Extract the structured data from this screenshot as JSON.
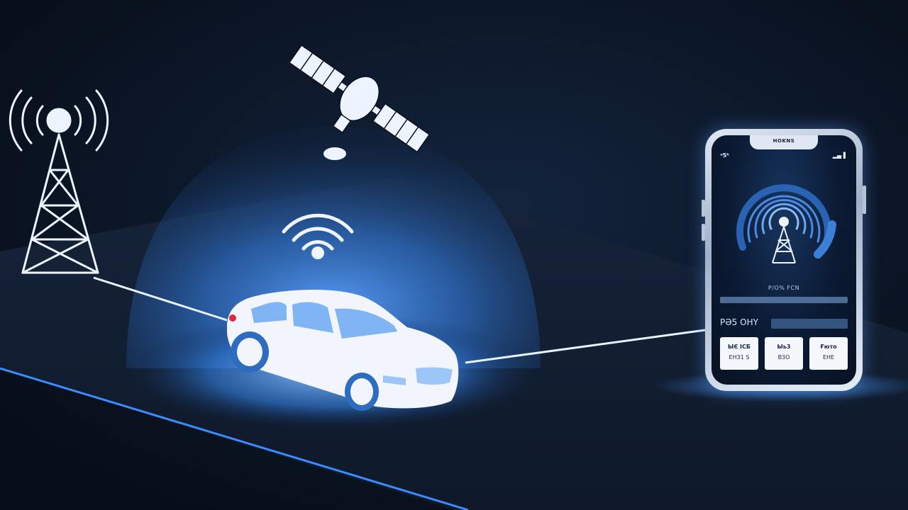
{
  "scene": {
    "description_free": true,
    "background_color": "#0a111e",
    "accent_color": "#3f8cff",
    "icons": [
      "cell-tower-icon",
      "satellite-icon",
      "wifi-icon",
      "car-icon",
      "smartphone-icon"
    ]
  },
  "phone": {
    "notch_text": "HOKNS",
    "status_left": "ᵃ5ʰ",
    "status_right": "▂▄ ▌",
    "screen_label": "P/O% FCN",
    "row_text": "PƏ5 OHY",
    "cards": [
      {
        "line1": "ЫЄ IСБ",
        "line2": "ЕНЗ1 Ѕ"
      },
      {
        "line1": "Ыь3",
        "line2": "B3O"
      },
      {
        "line1": "Ғюто",
        "line2": "ЕНЕ"
      }
    ]
  }
}
